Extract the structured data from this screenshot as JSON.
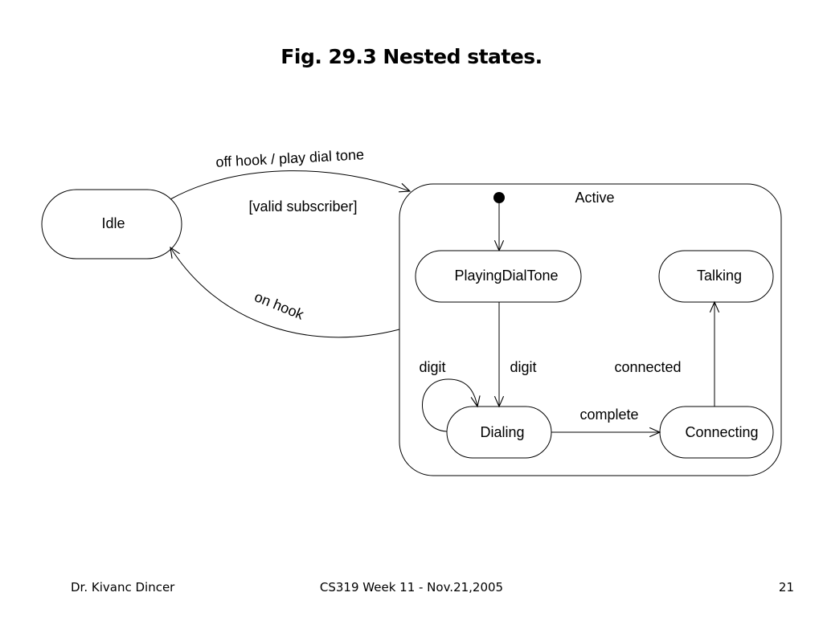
{
  "slide": {
    "title": "Fig. 29.3 Nested states."
  },
  "diagram": {
    "states": {
      "idle": "Idle",
      "active": "Active",
      "playing_dial_tone": "PlayingDialTone",
      "talking": "Talking",
      "dialing": "Dialing",
      "connecting": "Connecting"
    },
    "transitions": {
      "off_hook": "off hook / play dial tone",
      "guard": "[valid subscriber]",
      "on_hook": "on hook",
      "digit_self": "digit",
      "digit": "digit",
      "complete": "complete",
      "connected": "connected"
    }
  },
  "footer": {
    "author": "Dr. Kivanc Dincer",
    "course": "CS319 Week 11 - Nov.21,2005",
    "page": "21"
  }
}
